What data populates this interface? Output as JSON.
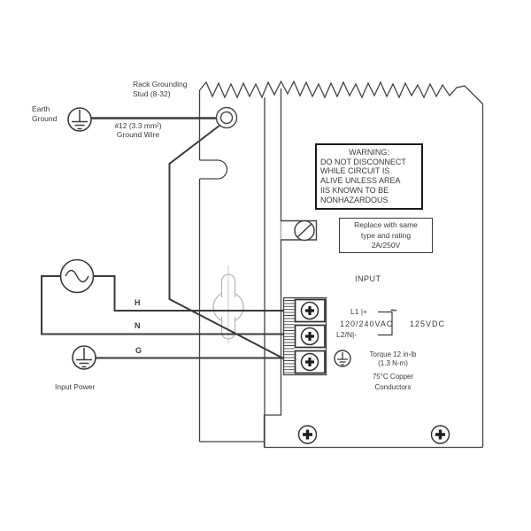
{
  "colors": {
    "line": "#434343",
    "wire": "#3a3a3a",
    "text": "#3a3a3a",
    "keyhole_gray": "#b3b3b3",
    "warning_border": "#1a1a1a",
    "background": "#ffffff"
  },
  "labels": {
    "rack_stud": {
      "line1": "Rack Grounding",
      "line2": "Stud (8-32)"
    },
    "earth_ground": {
      "line1": "Earth",
      "line2": "Ground"
    },
    "ground_wire": {
      "line1": "#12 (3.3 mm²)",
      "line2": "Ground Wire"
    },
    "input_power": "Input Power",
    "wire_h": "H",
    "wire_n": "N",
    "wire_g": "G",
    "input": "INPUT",
    "l1": "L1 |+",
    "l2n": "L2/N|-",
    "tilde": "~",
    "voltage_ac": "120/240VAC",
    "voltage_dc": "125VDC",
    "torque": {
      "line1": "Torque 12 in-lb",
      "line2": "(1.3 N-m)"
    },
    "conductors": {
      "line1": "75°C Copper",
      "line2": "Conductors"
    }
  },
  "warning_box": {
    "title": "WARNING:",
    "lines": [
      "DO NOT DISCONNECT",
      "WHILE CIRCUIT IS",
      "ALIVE UNLESS AREA",
      "IIS KNOWN TO BE",
      "NONHAZARDOUS"
    ]
  },
  "fuse_label_box": {
    "lines": [
      "Replace with same",
      "type and rating",
      "2A/250V"
    ]
  },
  "icons": {
    "earth_ground": "protective-earth-in-circle",
    "input_power_ground": "protective-earth-in-circle",
    "terminal_ground": "protective-earth-in-circle",
    "ac_source": "circle-with-sine-wave",
    "rack_stud": "double-circle-stud",
    "fuse_holder": "circle-with-slash-slotted-cap",
    "terminal_screws": "phillips-screw",
    "panel_screws": "phillips-screw",
    "keyhole_slot": "keyhole-cutout"
  }
}
